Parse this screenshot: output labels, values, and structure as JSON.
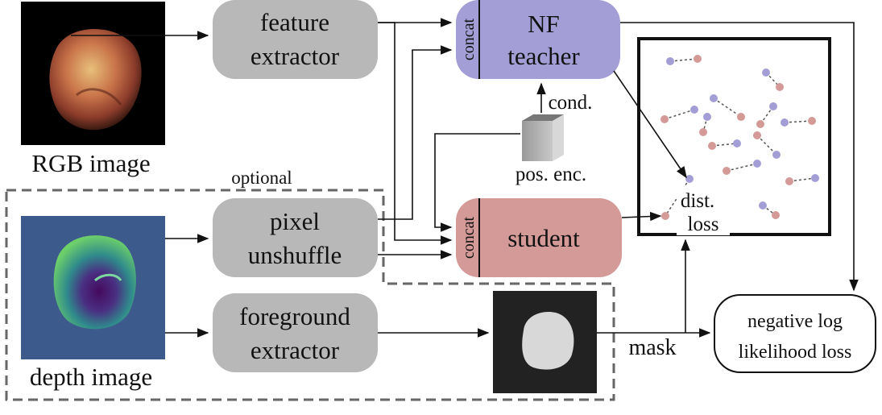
{
  "inputs": {
    "rgb_label": "RGB image",
    "depth_label": "depth image"
  },
  "optional_label": "optional",
  "blocks": {
    "feature_extractor": [
      "feature",
      "extractor"
    ],
    "pixel_unshuffle": [
      "pixel",
      "unshuffle"
    ],
    "foreground_extractor": [
      "foreground",
      "extractor"
    ],
    "nf_teacher": [
      "NF",
      "teacher"
    ],
    "student": "student",
    "concat": "concat",
    "nll_loss": [
      "negative log",
      "likelihood loss"
    ]
  },
  "labels": {
    "cond": "cond.",
    "pos_enc": "pos. enc.",
    "dist_loss": [
      "dist.",
      "loss"
    ],
    "mask": "mask"
  },
  "colors": {
    "gray_box": "#b8b8b8",
    "teacher": "#a39fd6",
    "student": "#d39a98",
    "dot_blue": "#a39fd6",
    "dot_red": "#d39a98",
    "depth_bg": "#3c5a8c"
  }
}
